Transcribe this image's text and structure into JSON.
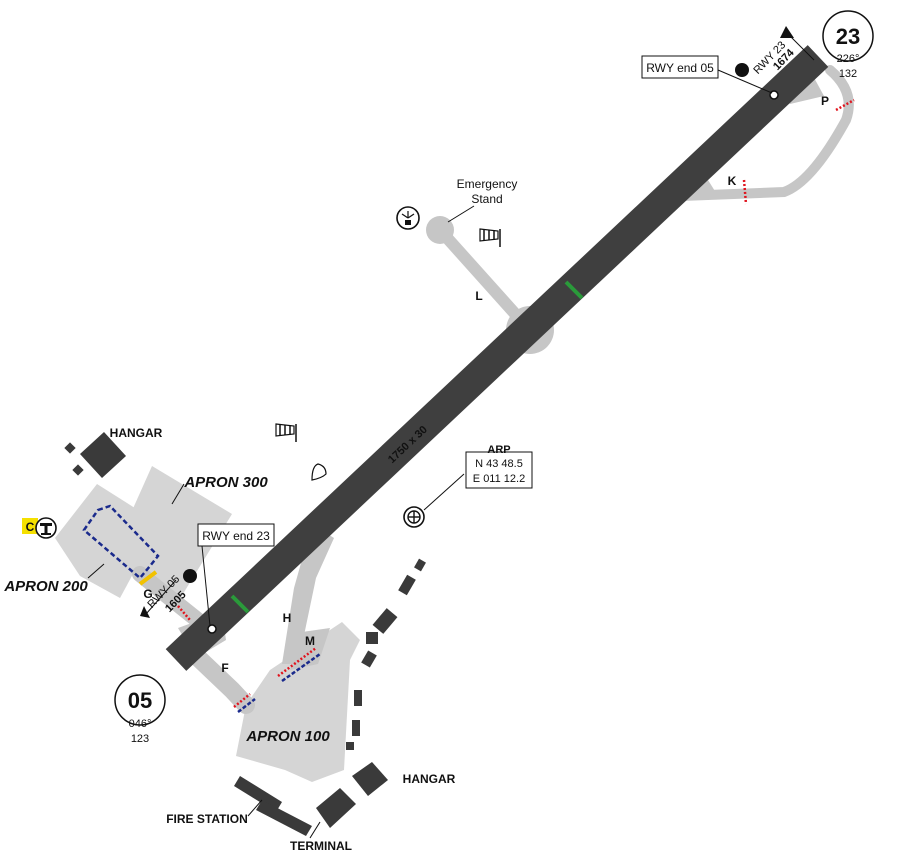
{
  "runway": {
    "dimensions": "1750 x 30",
    "end_05": {
      "designator": "05",
      "bearing": "046°",
      "elevation": "123",
      "rwy_label": "RWY 05",
      "distance": "1605",
      "point_label": "RWY end 23",
      "marker": "1"
    },
    "end_23": {
      "designator": "23",
      "bearing": "226°",
      "elevation": "132",
      "rwy_label": "RWY 23",
      "distance": "1674",
      "point_label": "RWY end 05",
      "marker": "1"
    }
  },
  "taxiways": {
    "P": "P",
    "K": "K",
    "L": "L",
    "H": "H",
    "M": "M",
    "F": "F",
    "G": "G"
  },
  "emergency_stand": {
    "line1": "Emergency",
    "line2": "Stand"
  },
  "arp": {
    "title": "ARP",
    "lat": "N 43 48.5",
    "lon": "E 011 12.2"
  },
  "areas": {
    "apron_100": "APRON 100",
    "apron_200": "APRON 200",
    "apron_300": "APRON 300",
    "hangar_west": "HANGAR",
    "hangar_east": "HANGAR",
    "fire_station": "FIRE STATION",
    "terminal": "TERMINAL"
  },
  "control_tower": {
    "badge": "C"
  },
  "colors": {
    "runway": "#3f3f3f",
    "taxiway": "#c6c6c6",
    "apron": "#d5d5d5",
    "building": "#3a3a3a",
    "holding_red": "#e0141e",
    "holding_blue": "#1a2a8c",
    "green_marker": "#2a9a3a",
    "yellow_marker": "#f2c200",
    "tower_badge": "#f5e000"
  }
}
